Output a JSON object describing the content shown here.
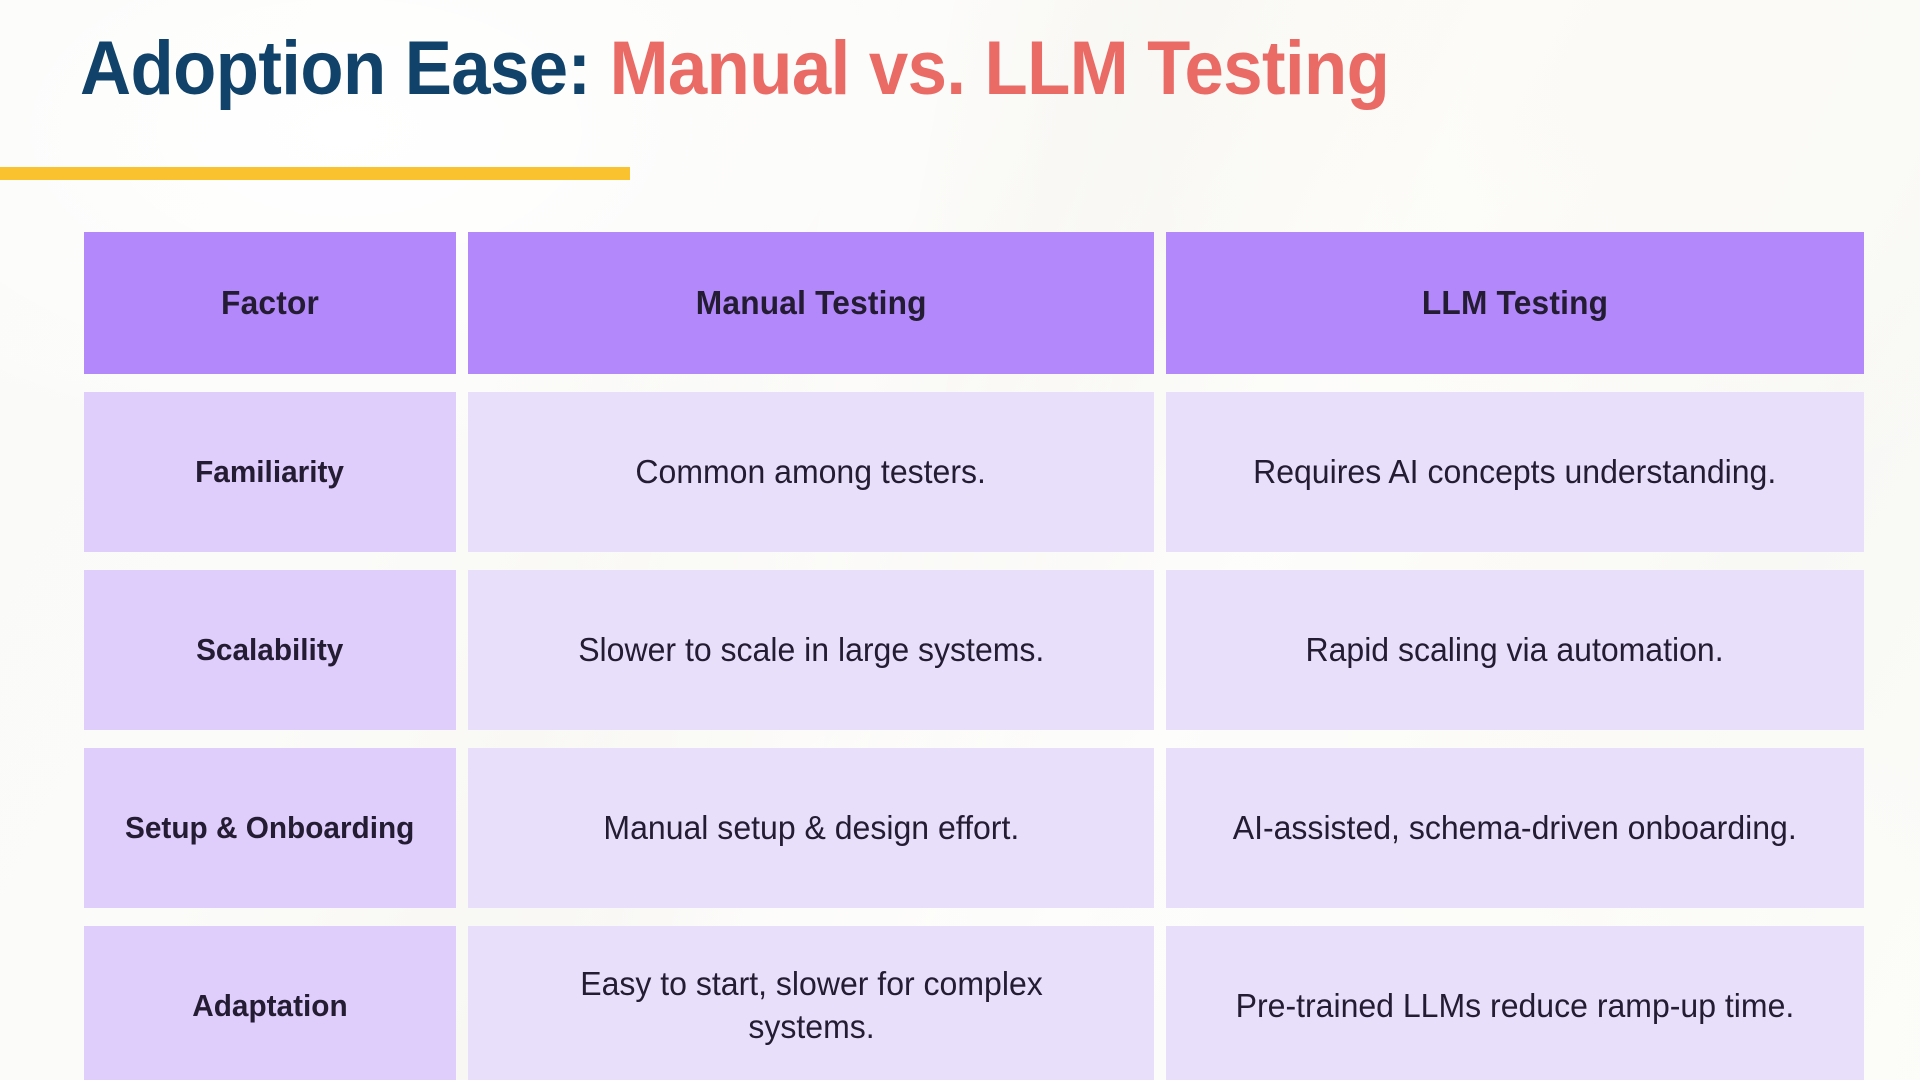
{
  "title": {
    "primary": "Adoption Ease:",
    "accent": "Manual vs. LLM Testing",
    "rule_color": "#fac22f"
  },
  "colors": {
    "title_primary": "#114269",
    "title_accent": "#ea6a65",
    "header_cell": "#b388fb",
    "factor_cell": "#dfcdfc",
    "value_cell": "#e8e0fb",
    "text_dark": "#241c33",
    "background": "#faf9f6"
  },
  "table": {
    "headers": [
      "Factor",
      "Manual Testing",
      "LLM Testing"
    ],
    "rows": [
      {
        "factor": "Familiarity",
        "manual": "Common among testers.",
        "llm": "Requires AI concepts understanding."
      },
      {
        "factor": "Scalability",
        "manual": "Slower to scale in large systems.",
        "llm": "Rapid scaling via automation."
      },
      {
        "factor": "Setup & Onboarding",
        "manual": "Manual setup & design effort.",
        "llm": "AI-assisted, schema-driven onboarding."
      },
      {
        "factor": "Adaptation",
        "manual": "Easy to start, slower for complex systems.",
        "llm": "Pre-trained LLMs reduce ramp-up time."
      }
    ]
  }
}
